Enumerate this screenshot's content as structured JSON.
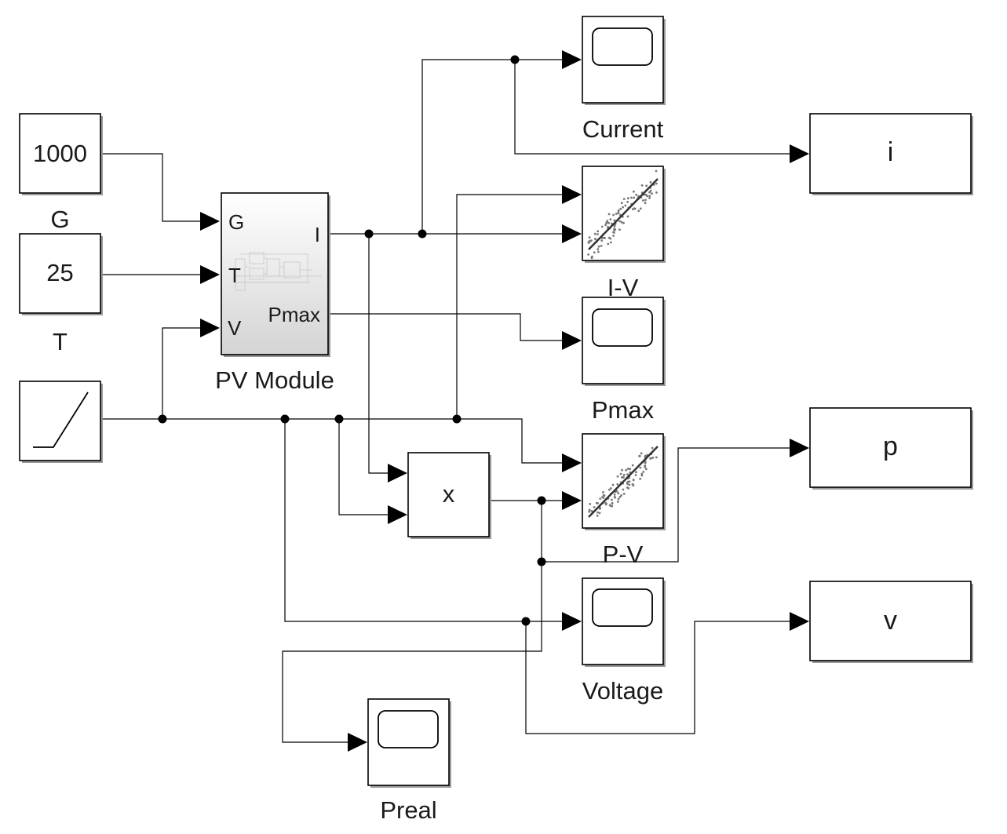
{
  "blocks": {
    "g_const": {
      "value": "1000",
      "label": "G"
    },
    "t_const": {
      "value": "25",
      "label": "T"
    },
    "pv_module": {
      "label": "PV Module",
      "ports": {
        "in_g": "G",
        "in_t": "T",
        "in_v": "V",
        "out_i": "I",
        "out_pmax": "Pmax"
      }
    },
    "product": {
      "value": "x"
    },
    "scope_current": {
      "label": "Current"
    },
    "scope_pmax": {
      "label": "Pmax"
    },
    "scope_voltage": {
      "label": "Voltage"
    },
    "scope_preal": {
      "label": "Preal"
    },
    "xy_iv": {
      "label": "I-V"
    },
    "xy_pv": {
      "label": "P-V"
    },
    "out_i": {
      "value": "i"
    },
    "out_p": {
      "value": "p"
    },
    "out_v": {
      "value": "v"
    }
  },
  "icons": {
    "ramp": "ramp-icon",
    "scope": "scope-screen-icon",
    "xy_graph": "scatter-plot-icon",
    "subsystem": "subsystem-preview-icon"
  },
  "colors": {
    "block_fill": "#ffffff",
    "block_stroke": "#000000",
    "shadow": "#9a9a9a",
    "subsystem_gradient_top": "#ffffff",
    "subsystem_gradient_bottom": "#d6d6d6"
  }
}
